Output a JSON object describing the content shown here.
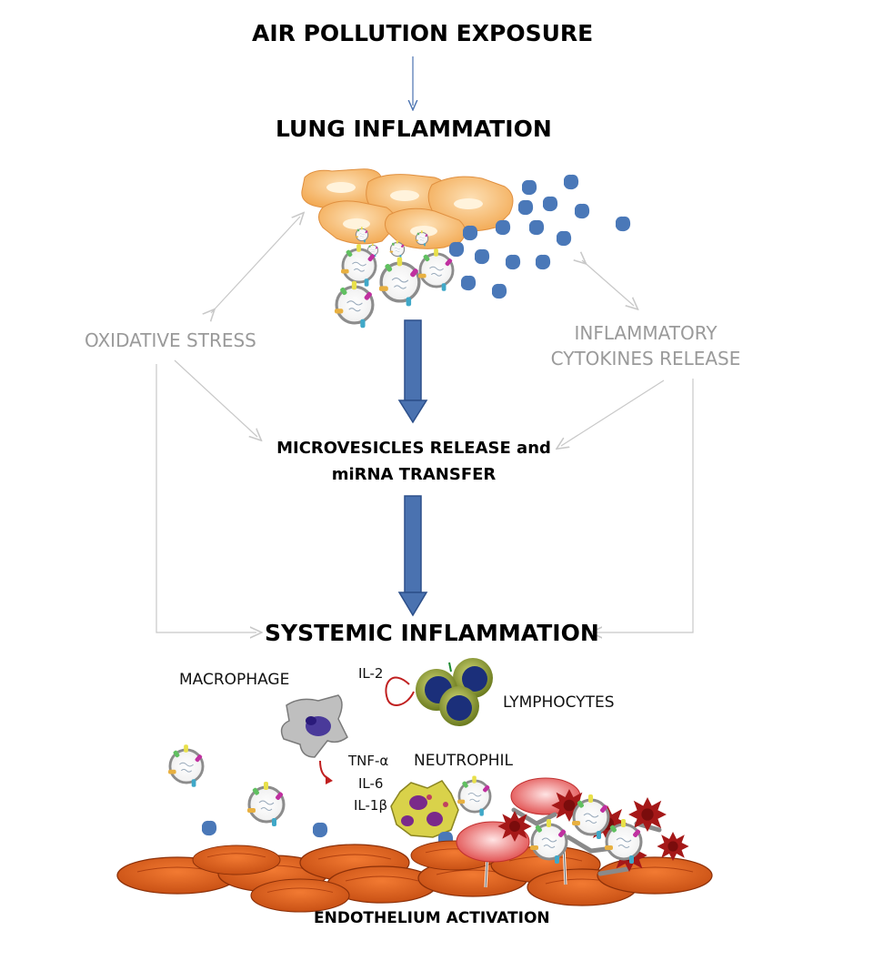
{
  "labels": {
    "air_pollution": "AIR POLLUTION EXPOSURE",
    "lung_inflammation": "LUNG INFLAMMATION",
    "oxidative_stress": "OXIDATIVE STRESS",
    "cytokines_line1": "INFLAMMATORY",
    "cytokines_line2": "CYTOKINES RELEASE",
    "microvesicles_line1": "MICROVESICLES RELEASE and",
    "microvesicles_line2": "miRNA TRANSFER",
    "systemic": "SYSTEMIC INFLAMMATION",
    "macrophage": "MACROPHAGE",
    "il2": "IL-2",
    "lymphocytes": "LYMPHOCYTES",
    "tnf": "TNF-α",
    "il6": "IL-6",
    "il1b": "IL-1β",
    "neutrophil": "NEUTROPHIL",
    "endothelium": "ENDOTHELIUM ACTIVATION"
  },
  "colors": {
    "main_arrow": "#4a72b0",
    "gray_arrow": "#c8c8c8",
    "epithelium": "#f5b468",
    "cytokine_dot": "#4a78b8",
    "endothelium": "#e8641c",
    "lymphocyte_outer": "#9aa53a",
    "lymphocyte_nucleus": "#1b2f7a",
    "neutrophil": "#d9d24a",
    "platelet": "#a51818",
    "rbc": "#f2a3a3"
  }
}
